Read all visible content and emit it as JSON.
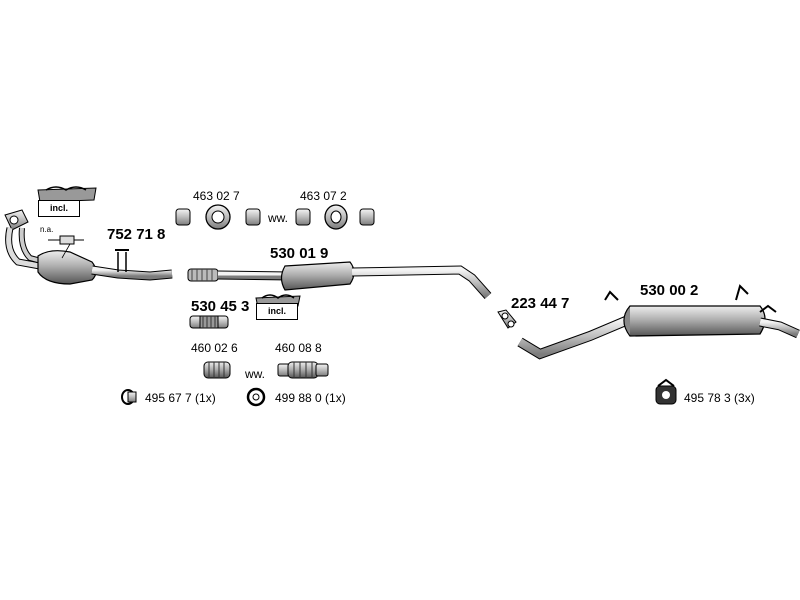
{
  "labels": {
    "na": "n.a.",
    "incl_1": "incl.",
    "incl_2": "incl.",
    "p752718": "752 71 8",
    "p463027": "463 02 7",
    "p463072": "463 07 2",
    "ww_1": "ww.",
    "p530019": "530 01 9",
    "p530453": "530 45 3",
    "p460026": "460 02 6",
    "p460088": "460 08 8",
    "ww_2": "ww.",
    "p223447": "223 44 7",
    "p530002": "530 00 2",
    "p495677": "495 67 7 (1x)",
    "p499880": "499 88 0 (1x)",
    "p495783": "495 78 3 (3x)"
  },
  "colors": {
    "line": "#000000",
    "fill": "#d8d8d8",
    "dark": "#6a6a6a"
  }
}
